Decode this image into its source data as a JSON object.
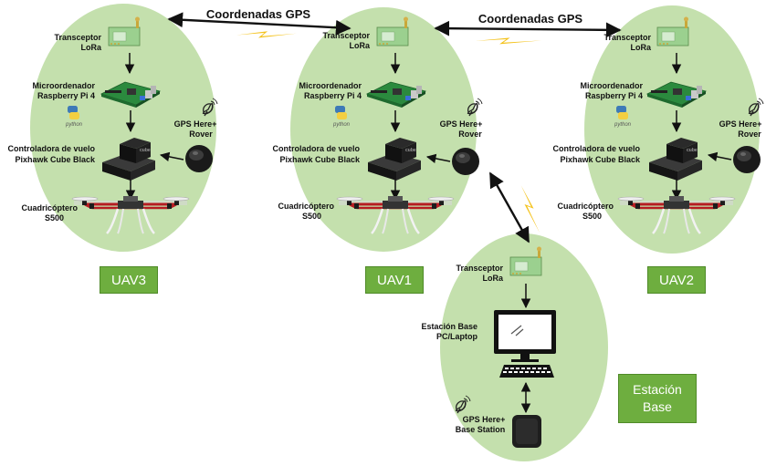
{
  "links": {
    "gps_left": "Coordenadas GPS",
    "gps_right": "Coordenadas GPS"
  },
  "uav3": {
    "badge": "UAV3",
    "lora": [
      "Transceptor",
      "LoRa"
    ],
    "computer": [
      "Microordenador",
      "Raspberry Pi 4"
    ],
    "python": "python",
    "gps": [
      "GPS Here+",
      "Rover"
    ],
    "controller": [
      "Controladora de vuelo",
      "Pixhawk Cube Black"
    ],
    "frame": [
      "Cuadricóptero",
      "S500"
    ]
  },
  "uav1": {
    "badge": "UAV1",
    "lora": [
      "Transceptor",
      "LoRa"
    ],
    "computer": [
      "Microordenador",
      "Raspberry Pi 4"
    ],
    "python": "python",
    "gps": [
      "GPS Here+",
      "Rover"
    ],
    "controller": [
      "Controladora de vuelo",
      "Pixhawk Cube Black"
    ],
    "frame": [
      "Cuadricóptero",
      "S500"
    ]
  },
  "uav2": {
    "badge": "UAV2",
    "lora": [
      "Transceptor",
      "LoRa"
    ],
    "computer": [
      "Microordenador",
      "Raspberry Pi 4"
    ],
    "python": "python",
    "gps": [
      "GPS Here+",
      "Rover"
    ],
    "controller": [
      "Controladora de vuelo",
      "Pixhawk Cube Black"
    ],
    "frame": [
      "Cuadricóptero",
      "S500"
    ]
  },
  "base": {
    "badge": "Estación\nBase",
    "lora": [
      "Transceptor",
      "LoRa"
    ],
    "pc": [
      "Estación Base",
      "PC/Laptop"
    ],
    "gps": [
      "GPS Here+",
      "Base Station"
    ]
  },
  "colors": {
    "ellipse_fill": "#c4e0ad",
    "badge_fill": "#6eae3f",
    "lora_board": "#9bd08f",
    "lightning": "#f4c21a",
    "pixhawk": "#1c1c1c",
    "raspberry": "#2b8a3e",
    "drone_arm": "#c0202a"
  },
  "icons": [
    "satellite-dish-icon",
    "lightning-icon",
    "python-icon",
    "lora-module-icon",
    "raspberry-pi-icon",
    "pixhawk-icon",
    "gps-puck-icon",
    "quadcopter-icon",
    "computer-icon",
    "base-gps-icon"
  ]
}
